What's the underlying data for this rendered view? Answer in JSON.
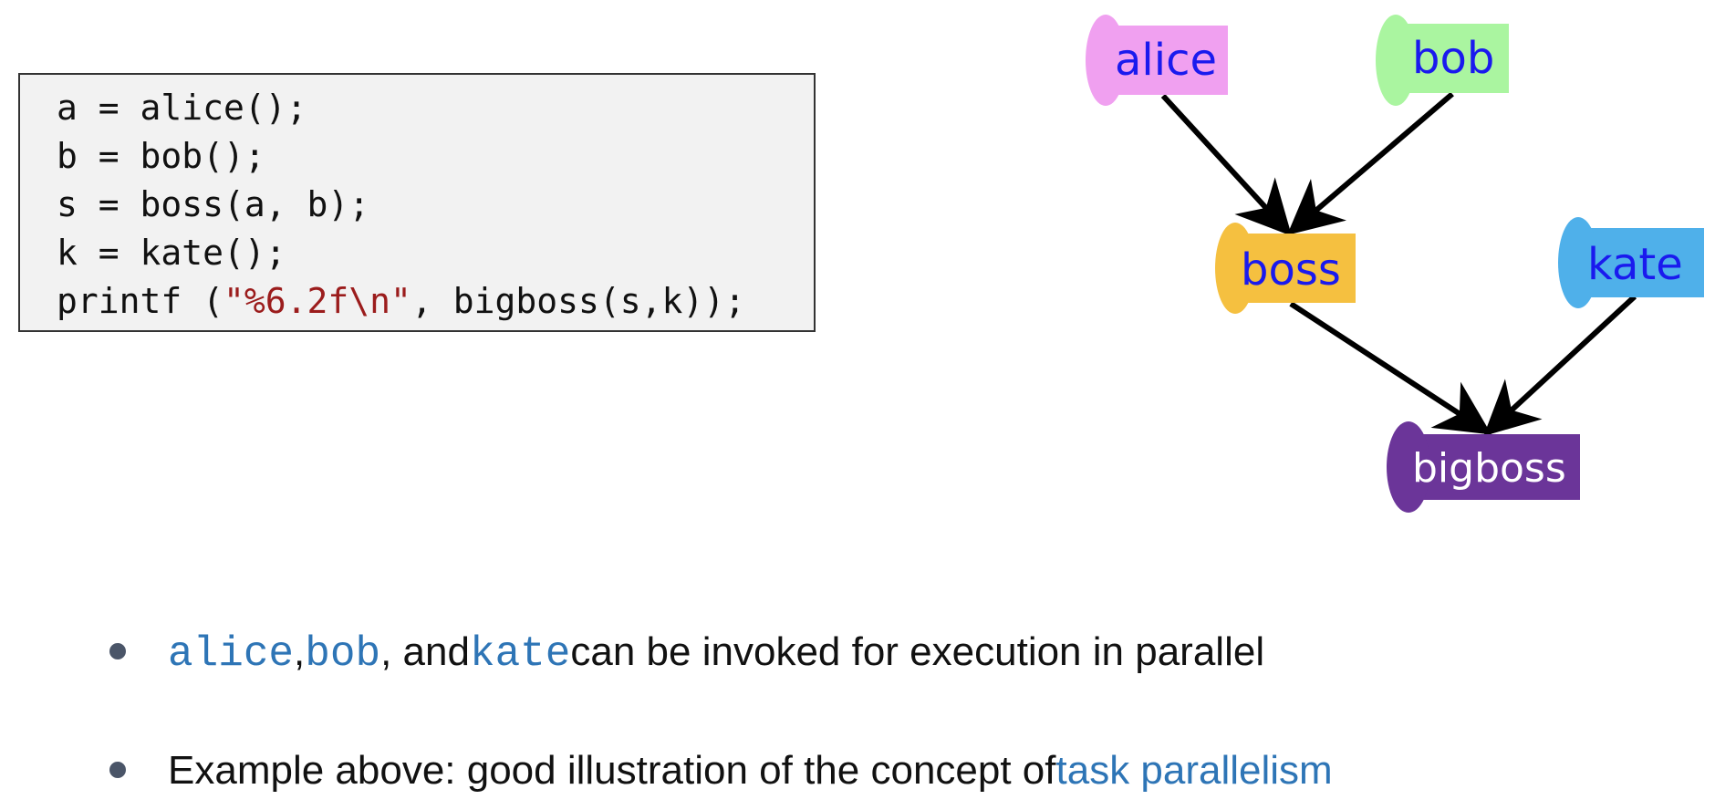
{
  "code": {
    "lines": [
      {
        "pre": "a = alice();",
        "str": "",
        "post": ""
      },
      {
        "pre": "b = bob();",
        "str": "",
        "post": ""
      },
      {
        "pre": "s = boss(a, b);",
        "str": "",
        "post": ""
      },
      {
        "pre": "k = kate();",
        "str": "",
        "post": ""
      },
      {
        "pre": "printf (",
        "str": "\"%6.2f\\n\"",
        "post": ", bigboss(s,k));"
      }
    ],
    "string_color": "#9b1c1c"
  },
  "diagram": {
    "nodes": [
      {
        "id": "alice",
        "label": "alice",
        "fill": "#f0a0f0",
        "text_color": "#1a1aee"
      },
      {
        "id": "bob",
        "label": "bob",
        "fill": "#aaf5a0",
        "text_color": "#1a1aee"
      },
      {
        "id": "boss",
        "label": "boss",
        "fill": "#f5c040",
        "text_color": "#1a1aee"
      },
      {
        "id": "kate",
        "label": "kate",
        "fill": "#4fb0ea",
        "text_color": "#1a1aee"
      },
      {
        "id": "bigboss",
        "label": "bigboss",
        "fill": "#6b3599",
        "text_color": "#ffffff"
      }
    ],
    "edges": [
      {
        "from": "alice",
        "to": "boss"
      },
      {
        "from": "bob",
        "to": "boss"
      },
      {
        "from": "boss",
        "to": "bigboss"
      },
      {
        "from": "kate",
        "to": "bigboss"
      }
    ]
  },
  "bullets": {
    "item1": {
      "code1": "alice",
      "sep1": ", ",
      "code2": "bob",
      "sep2": ", and ",
      "code3": "kate",
      "rest": " can be invoked for execution in parallel"
    },
    "item2": {
      "text": "Example above: good illustration of the concept of ",
      "highlight": "task parallelism"
    }
  },
  "colors": {
    "accent_blue": "#2e75b6",
    "bullet_dot": "#4a5568"
  }
}
